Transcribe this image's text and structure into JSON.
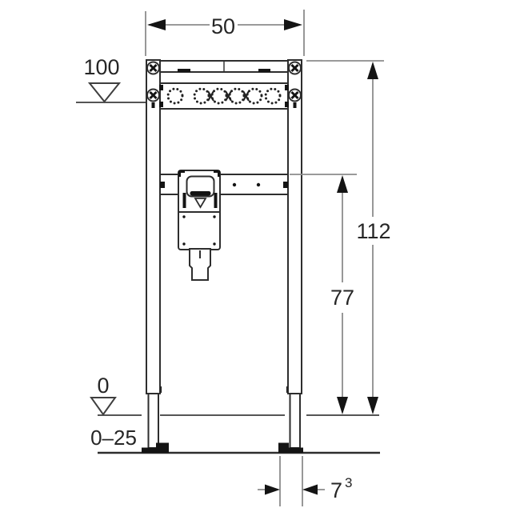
{
  "drawing": {
    "type": "technical-installation-drawing",
    "subject": "wall-mounted installation frame, front view with dimensions",
    "labels": {
      "width": "50",
      "level_top": "100",
      "total_height": "112",
      "trap_height": "77",
      "level_zero": "0",
      "floor_range": "0–25",
      "foot_depth": "7",
      "foot_depth_sup": "3"
    },
    "colors": {
      "background": "#ffffff",
      "product_lines": "#2e2e2e",
      "dimension_lines": "#8c8c8c",
      "level_lines": "#555555",
      "text": "#262626",
      "black_fill": "#141414"
    }
  }
}
